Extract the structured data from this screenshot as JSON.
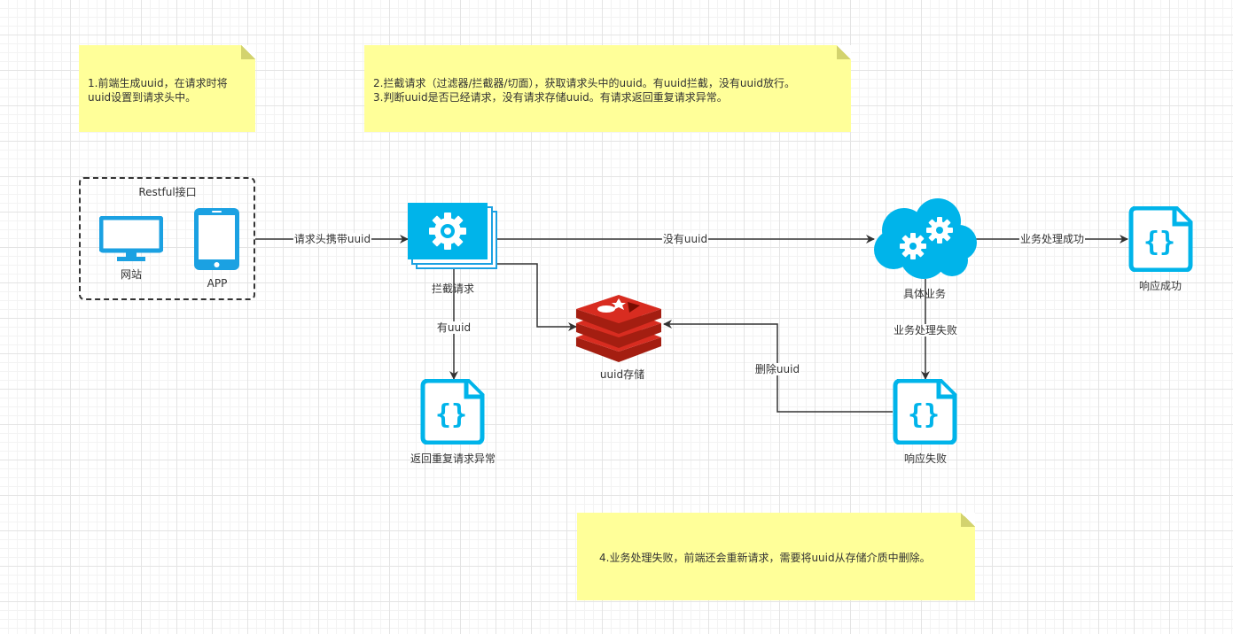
{
  "notes": {
    "note1": [
      "1.前端生成uuid，在请求时将",
      "uuid设置到请求头中。"
    ],
    "note2": [
      "2.拦截请求（过滤器/拦截器/切面），获取请求头中的uuid。有uuid拦截，没有uuid放行。",
      "3.判断uuid是否已经请求，没有请求存储uuid。有请求返回重复请求异常。"
    ],
    "note3": [
      "4.业务处理失败，前端还会重新请求，需要将uuid从存储介质中删除。"
    ]
  },
  "client": {
    "title": "Restful接口",
    "website": "网站",
    "app": "APP"
  },
  "nodes": {
    "intercept": "拦截请求",
    "storage": "uuid存储",
    "business": "具体业务",
    "success": "响应成功",
    "failure": "响应失败",
    "duplicate": "返回重复请求异常"
  },
  "edges": {
    "client_to_intercept": "请求头携带uuid",
    "no_uuid": "没有uuid",
    "has_uuid": "有uuid",
    "biz_success": "业务处理成功",
    "biz_fail": "业务处理失败",
    "delete_uuid": "删除uuid"
  },
  "colors": {
    "note_bg": "#ffff99",
    "icon_blue": "#1ba1e2",
    "redis_red": "#d42f27",
    "edge": "#333333"
  }
}
